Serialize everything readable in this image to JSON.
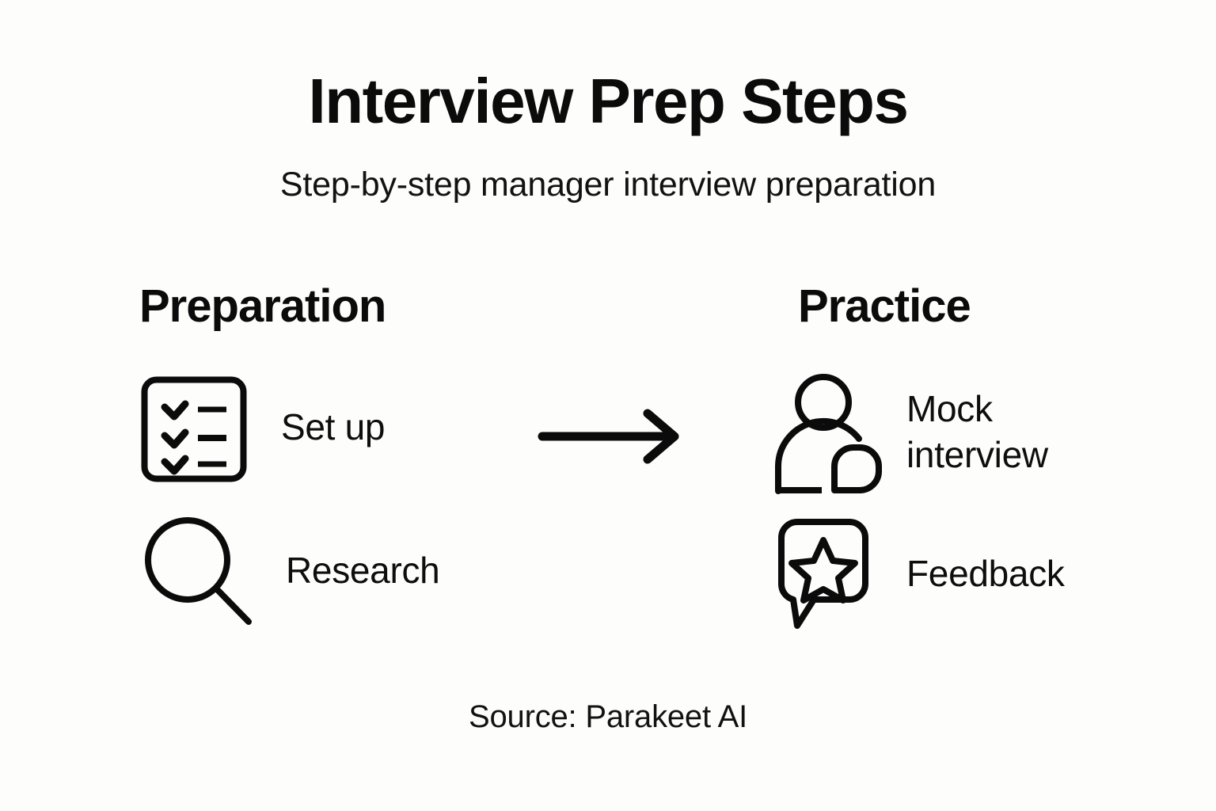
{
  "page": {
    "title": "Interview Prep Steps",
    "subtitle": "Step-by-step manager interview preparation",
    "source": "Source: Parakeet AI",
    "background_color": "#FDFDFC",
    "ink_color": "#0B0B0B"
  },
  "columns": [
    {
      "id": "preparation",
      "heading": "Preparation",
      "items": [
        {
          "id": "set-up",
          "label": "Set up",
          "icon": "checklist-icon"
        },
        {
          "id": "research",
          "label": "Research",
          "icon": "magnifier-icon"
        }
      ]
    },
    {
      "id": "practice",
      "heading": "Practice",
      "items": [
        {
          "id": "mock-interview",
          "label": "Mock\ninterview",
          "icon": "two-people-icon"
        },
        {
          "id": "feedback",
          "label": "Feedback",
          "icon": "speech-bubble-star-icon"
        }
      ]
    }
  ],
  "connector": {
    "icon": "arrow-right-icon",
    "from": "preparation",
    "to": "practice"
  }
}
